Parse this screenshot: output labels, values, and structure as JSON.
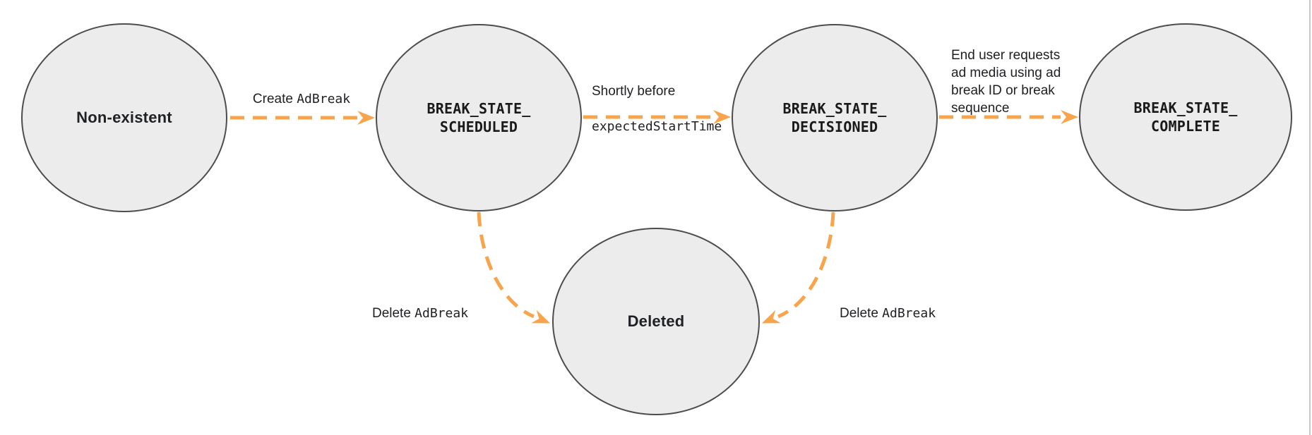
{
  "colors": {
    "background": "#FFFFFF",
    "node_fill": "#ECECEC",
    "node_stroke": "#4D4D4D",
    "arrow": "#F8A44C",
    "text": "#202124",
    "page_edge_line": "#C9C9C9"
  },
  "states": [
    {
      "id": "non-existent",
      "label": "Non-existent"
    },
    {
      "id": "break-state-scheduled",
      "label": "BREAK_STATE_\nSCHEDULED"
    },
    {
      "id": "break-state-decisioned",
      "label": "BREAK_STATE_\nDECISIONED"
    },
    {
      "id": "break-state-complete",
      "label": "BREAK_STATE_\nCOMPLETE"
    },
    {
      "id": "deleted",
      "label": "Deleted"
    }
  ],
  "transitions": [
    {
      "from": "non-existent",
      "to": "break-state-scheduled",
      "label_text": "Create ",
      "label_code": "AdBreak"
    },
    {
      "from": "break-state-scheduled",
      "to": "break-state-decisioned",
      "label_text": "Shortly before",
      "label_code": "expectedStartTime"
    },
    {
      "from": "break-state-decisioned",
      "to": "break-state-complete",
      "label_text": "End user requests\nad media using ad\nbreak ID or break\nsequence",
      "label_code": ""
    },
    {
      "from": "break-state-scheduled",
      "to": "deleted",
      "label_text": "Delete ",
      "label_code": "AdBreak"
    },
    {
      "from": "break-state-decisioned",
      "to": "deleted",
      "label_text": "Delete ",
      "label_code": "AdBreak"
    }
  ]
}
